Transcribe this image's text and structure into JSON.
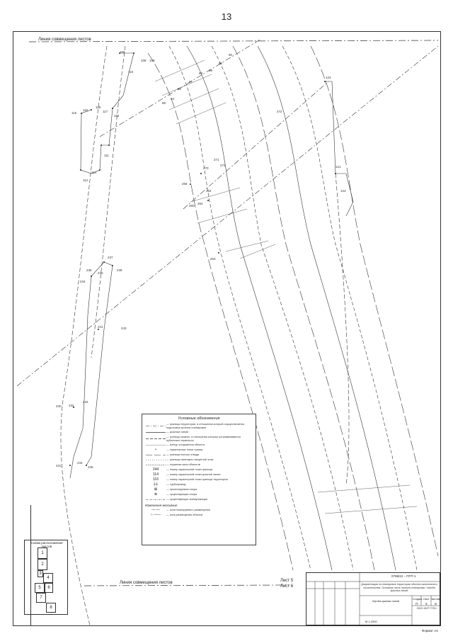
{
  "page_number": "13",
  "sheet_join_line_top": "Линия совмещения листов",
  "sheet_join_line_bottom": "Линия совмещения листов",
  "sheet_labels": [
    "Лист 5",
    "Лист 6"
  ],
  "point_labels": {
    "p106": "106",
    "p108": "108",
    "p109": "109",
    "p110": "110",
    "p111": "111",
    "p112": "112",
    "p114": "114",
    "p115": "115",
    "p116": "116",
    "p117": "117",
    "p118": "118",
    "p119": "119",
    "p121": "121",
    "p123": "123",
    "p124": "124",
    "p230": "230",
    "p231": "231",
    "p232": "232",
    "p234": "234",
    "p235": "235",
    "p236": "236",
    "p237": "237",
    "p238": "238",
    "p241": "241",
    "p242": "242",
    "p243": "243",
    "p244": "244",
    "p245": "245",
    "p260": "260",
    "p262": "262",
    "p263": "263",
    "p264": "264",
    "p266": "266",
    "p270": "270",
    "p271": "271",
    "p272": "272",
    "p273": "273",
    "p92": "92",
    "p94": "94",
    "p96": "96",
    "p97": "97",
    "p98": "98",
    "p99": "99",
    "p89": "89",
    "p90": "90"
  },
  "legend": {
    "title": "Условные обозначения",
    "rows": [
      "— границы территории, в отношении которой осуществляется подготовка проекта планировки",
      "— красные линии",
      "— границы земель, в отношении которых устанавливаются публичные сервитуты",
      "— контур сооружения объекта",
      "— характерные точки границ",
      "— граница полосы отвода",
      "— граница санитарно-защитной зоны",
      "— охранная зона объектов",
      "— номер характерной точки границы",
      "— номер характерной точки красной линии",
      "— номер характерной точки границы территории",
      "— трубопровод",
      "— проектируемая опора",
      "— существующая опора",
      "— существующие коммуникации"
    ],
    "numbers": [
      "244",
      "114",
      "116"
    ],
    "subtitle": "Изменения вносимые",
    "extra_rows": [
      "— зона планируемого размещения",
      "— зона размещения объекта"
    ]
  },
  "title_block": {
    "doc_code": "0798/22 – ППТ-1",
    "title": "Документация по планировке территории объекта капитального строительства. Основная часть проекта планировки. Чертёж красных линий",
    "sheet_caption": "Чертёж красных линий",
    "stage_headers": [
      "Стадия",
      "Лист",
      "Листов"
    ],
    "stage_values": [
      "П",
      "5",
      "8"
    ],
    "scale": "М 1:2000",
    "org": "ООО «БСТ ГПС»"
  },
  "sheet_scheme": {
    "title": "Схема расположения листов",
    "cells": [
      "1",
      "2",
      "3",
      "4",
      "5",
      "6",
      "7",
      "8"
    ]
  },
  "footer_code": "Формат А4"
}
